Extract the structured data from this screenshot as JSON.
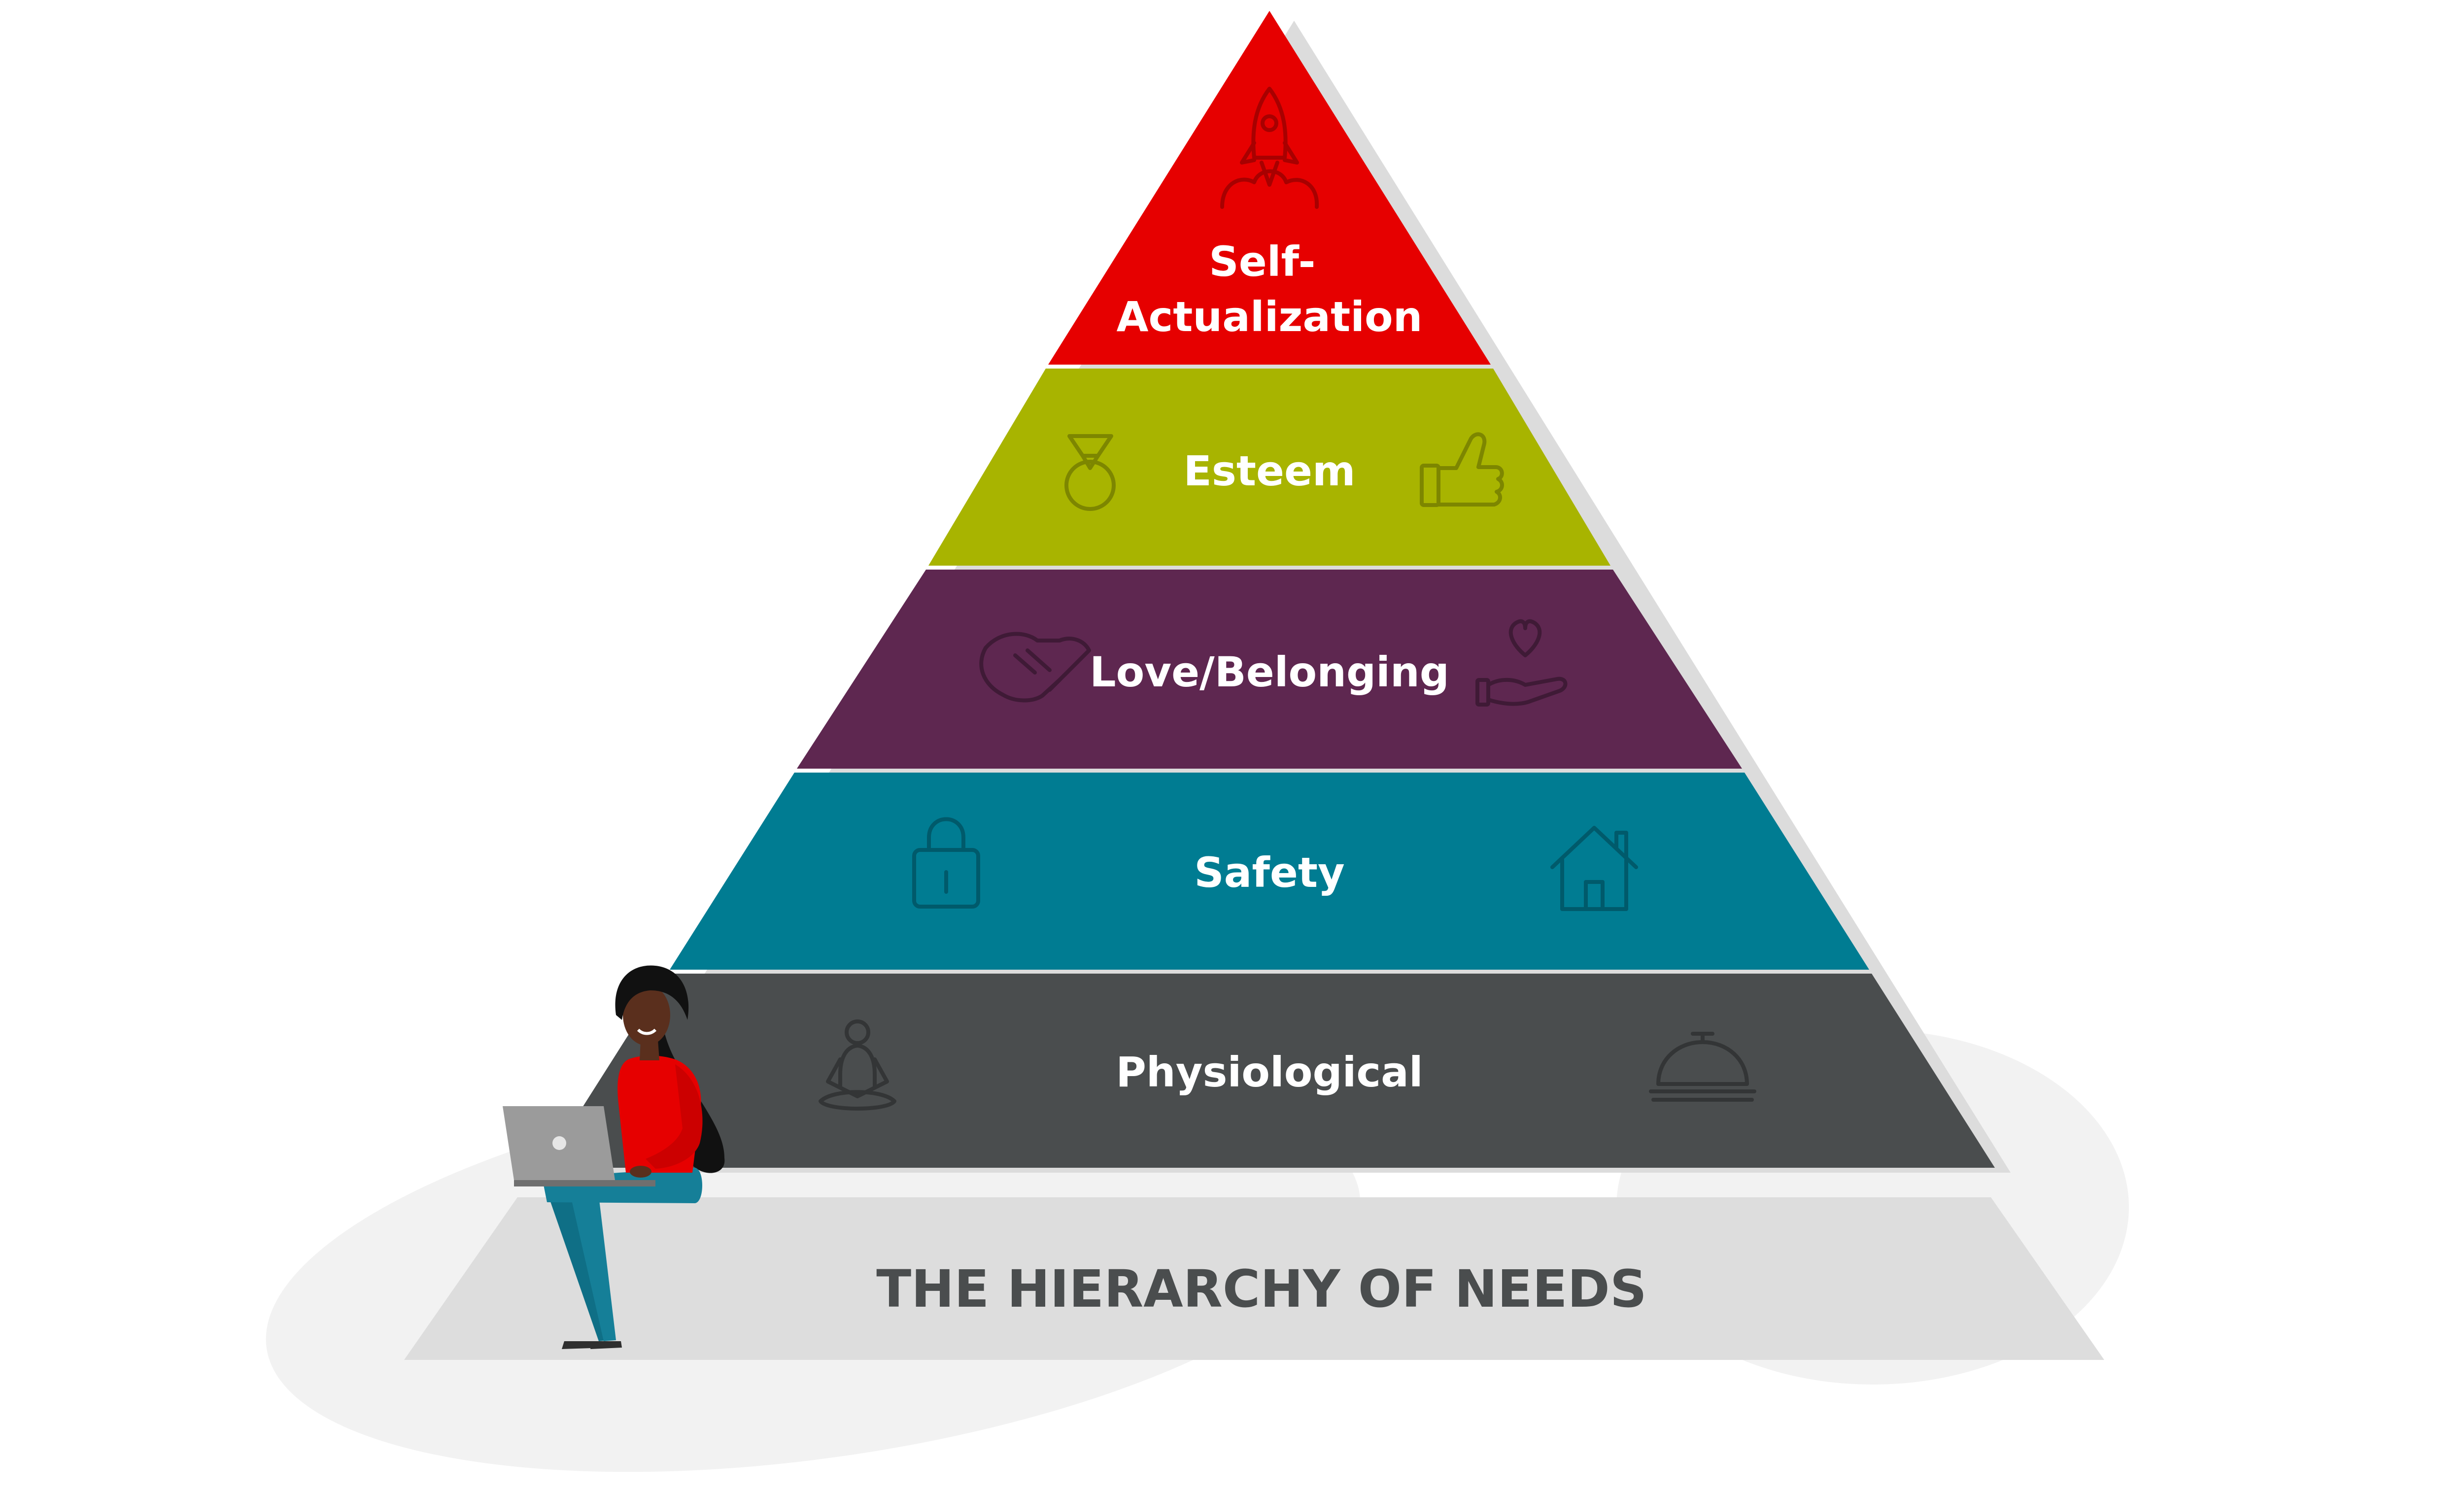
{
  "title": "THE HIERARCHY OF NEEDS",
  "tiers": [
    {
      "label_lines": [
        "Self-",
        "Actualization"
      ],
      "color": "#e60000",
      "icons": [
        "rocket-icon"
      ]
    },
    {
      "label_lines": [
        "Esteem"
      ],
      "color": "#a8b400",
      "icons": [
        "medal-icon",
        "thumbs-up-icon"
      ]
    },
    {
      "label_lines": [
        "Love/Belonging"
      ],
      "color": "#5e2750",
      "icons": [
        "handshake-icon",
        "heart-in-hand-icon"
      ]
    },
    {
      "label_lines": [
        "Safety"
      ],
      "color": "#007c92",
      "icons": [
        "padlock-icon",
        "house-icon"
      ]
    },
    {
      "label_lines": [
        "Physiological"
      ],
      "color": "#4a4d4e",
      "icons": [
        "meditation-icon",
        "service-bell-icon"
      ]
    }
  ],
  "colors": {
    "base": "#dddddd",
    "base_text": "#4a4d4e",
    "shadow": "#dcdcdc",
    "background_blob": "#f2f2f2"
  }
}
